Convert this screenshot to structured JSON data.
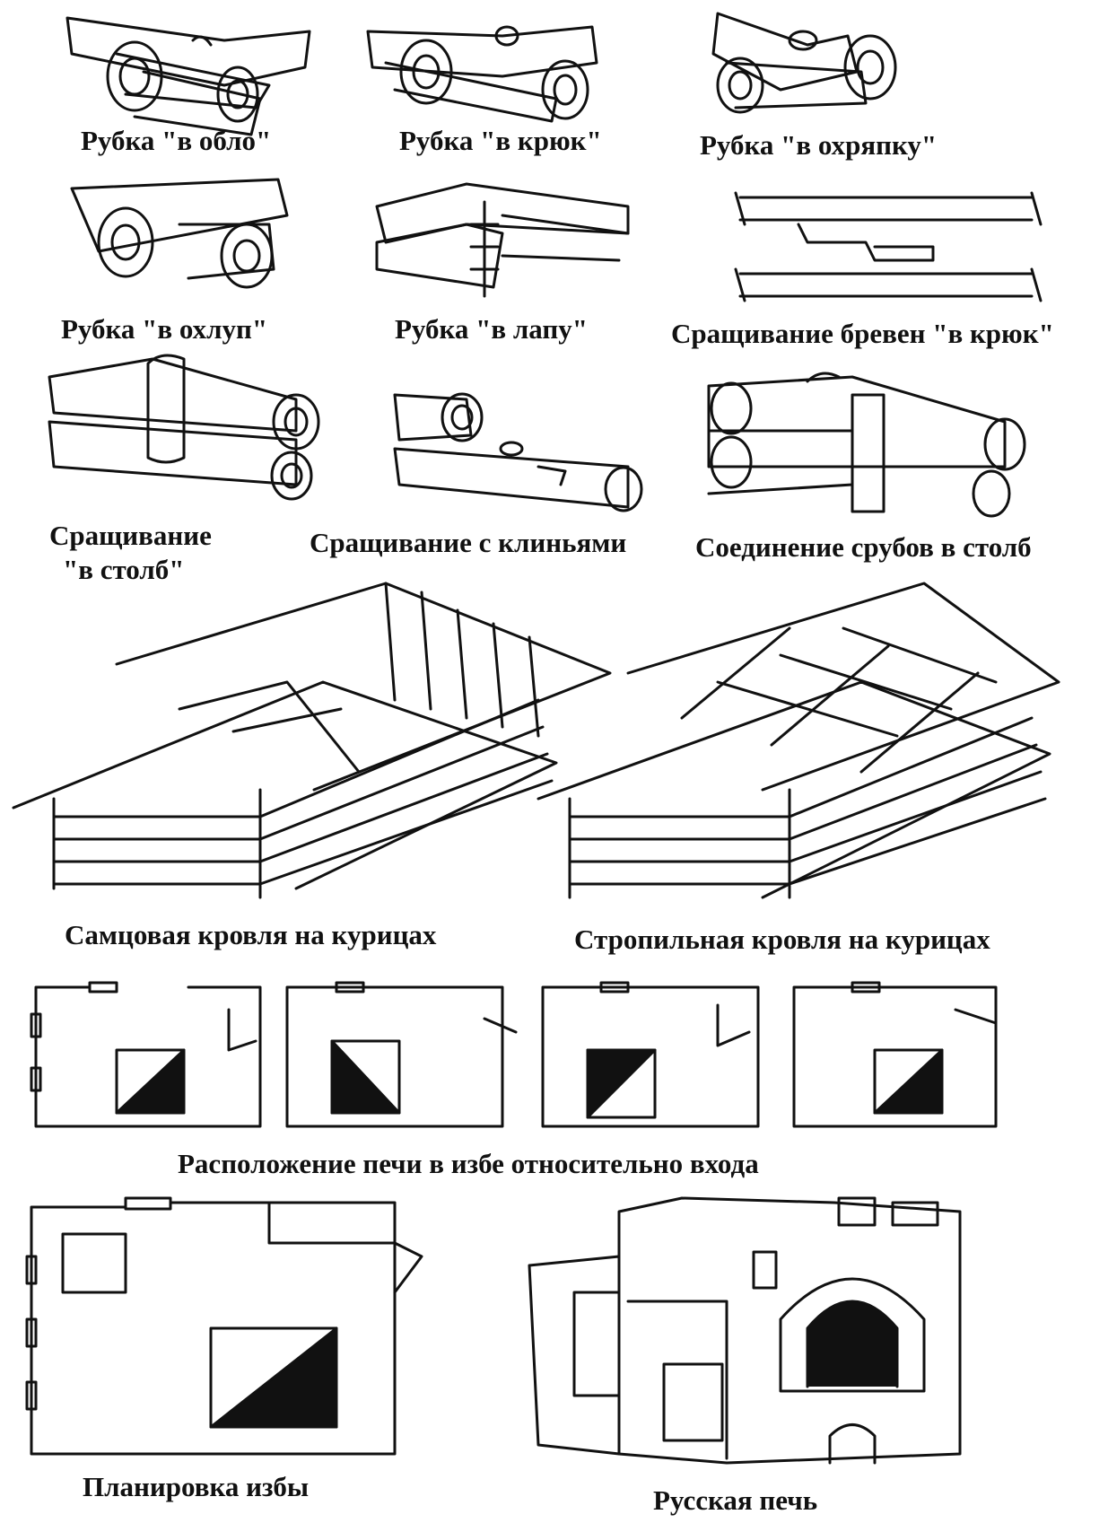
{
  "labels": {
    "oblo": "Рубка \"в обло\"",
    "kryuk": "Рубка \"в крюк\"",
    "okhryapku": "Рубка \"в охряпку\"",
    "okhlup": "Рубка \"в охлуп\"",
    "lapu": "Рубка \"в лапу\"",
    "srashch_kryuk": "Сращивание бревен \"в крюк\"",
    "srashch_stolb_1": "Сращивание",
    "srashch_stolb_2": "\"в столб\"",
    "srashch_klinyami": "Сращивание с клиньями",
    "soedinenie": "Соединение срубов в столб",
    "samtsovaya": "Самцовая кровля на курицах",
    "stropilnaya": "Стропильная кровля на курицах",
    "raspolozhenie": "Расположение печи в избе относительно входа",
    "planirovka": "Планировка избы",
    "russkaya_pech": "Русская печь"
  },
  "colors": {
    "ink": "#111111",
    "paper": "#ffffff"
  }
}
